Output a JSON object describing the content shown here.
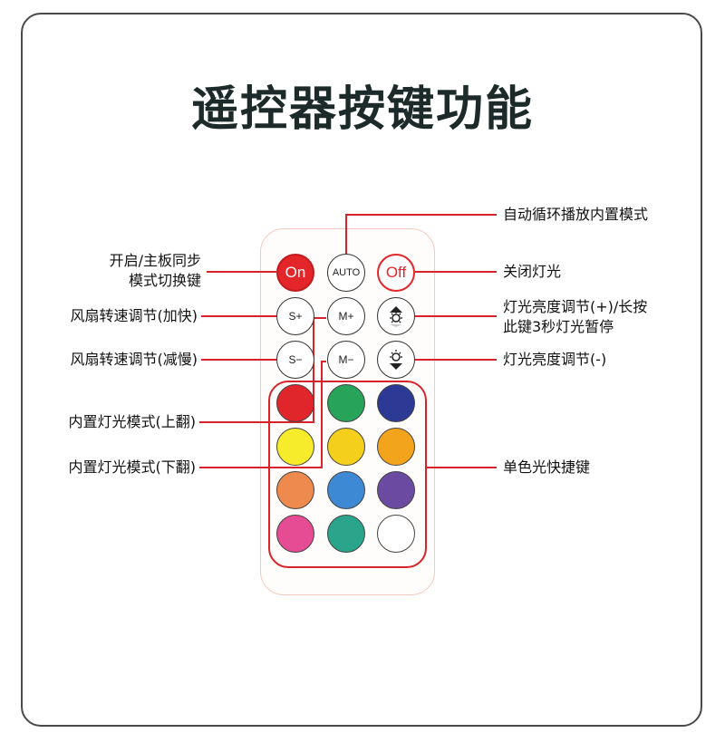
{
  "title": "遥控器按键功能",
  "remote": {
    "on_label": "On",
    "auto_label": "AUTO",
    "off_label": "Off",
    "speed_up_label": "S+",
    "mode_up_label": "M+",
    "speed_down_label": "S−",
    "mode_down_label": "M−",
    "brightness_up_icon": "brightness-up-icon",
    "brightness_down_icon": "brightness-down-icon",
    "colors": [
      "#e0252b",
      "#27a35a",
      "#2c3a96",
      "#f6ec2c",
      "#f4cf1c",
      "#f2a41d",
      "#ee8a4e",
      "#3d89d4",
      "#6b4aa2",
      "#e64c93",
      "#2aa48a",
      "#ffffff"
    ]
  },
  "labels": {
    "auto": "自动循环播放内置模式",
    "on_line1": "开启/主板同步",
    "on_line2": "模式切换键",
    "off": "关闭灯光",
    "speed_up": "风扇转速调节(加快)",
    "brightness_up_line1": "灯光亮度调节(+)/长按",
    "brightness_up_line2": "此键3秒灯光暂停",
    "speed_down": "风扇转速调节(减慢)",
    "brightness_down": "灯光亮度调节(-)",
    "mode_up": "内置灯光模式(上翻)",
    "mode_down": "内置灯光模式(下翻)",
    "colors": "单色光快捷键"
  },
  "accent_color": "#d9232a"
}
